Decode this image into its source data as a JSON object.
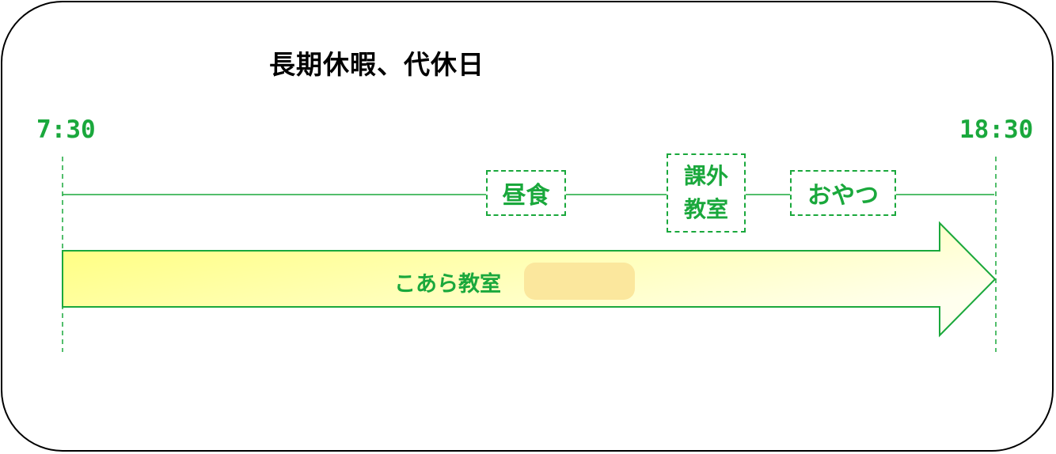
{
  "title": "長期休暇、代休日",
  "timeline": {
    "start_time": "7:30",
    "end_time": "18:30",
    "events": [
      {
        "label": "昼食"
      },
      {
        "label": "課外教室"
      },
      {
        "label": "おやつ"
      }
    ]
  },
  "arrow": {
    "label": "こあら教室",
    "fill_start": "#ffff77",
    "fill_end": "#ffffee",
    "stroke": "#1aa83c"
  },
  "colors": {
    "accent": "#1aa83c",
    "redaction": "#fbe79d"
  }
}
